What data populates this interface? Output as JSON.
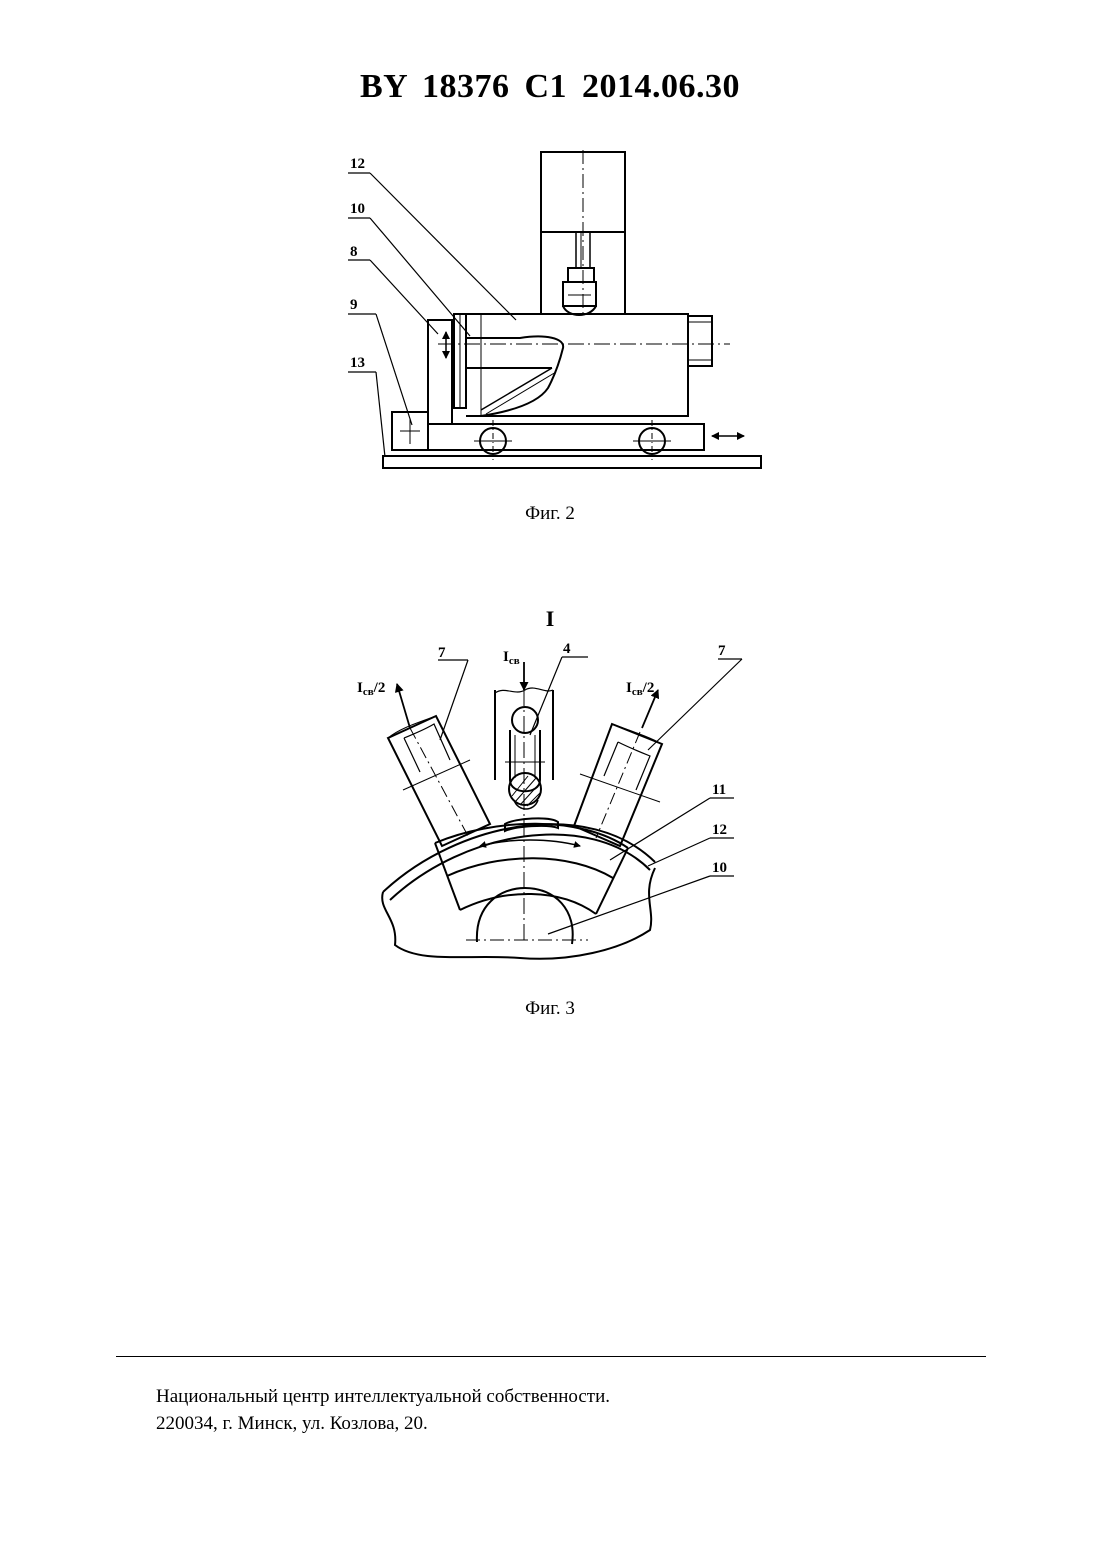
{
  "header": {
    "title": "BY 18376 C1 2014.06.30"
  },
  "figure2": {
    "caption": "Фиг. 2",
    "labels": {
      "l12": "12",
      "l10": "10",
      "l8": "8",
      "l9": "9",
      "l13": "13"
    }
  },
  "figure3": {
    "caption": "Фиг. 3",
    "view": "I",
    "labels": {
      "l7_left": "7",
      "l4": "4",
      "l7_right": "7",
      "l11": "11",
      "l12": "12",
      "l10": "10",
      "current_main": "I",
      "current_main_sub": "св",
      "current_left": "I",
      "current_left_sub": "св",
      "current_left_suffix": "/2",
      "current_right": "I",
      "current_right_sub": "св",
      "current_right_suffix": "/2"
    }
  },
  "footer": {
    "line1": "Национальный центр интеллектуальной собственности.",
    "line2": "220034, г. Минск, ул. Козлова, 20."
  }
}
